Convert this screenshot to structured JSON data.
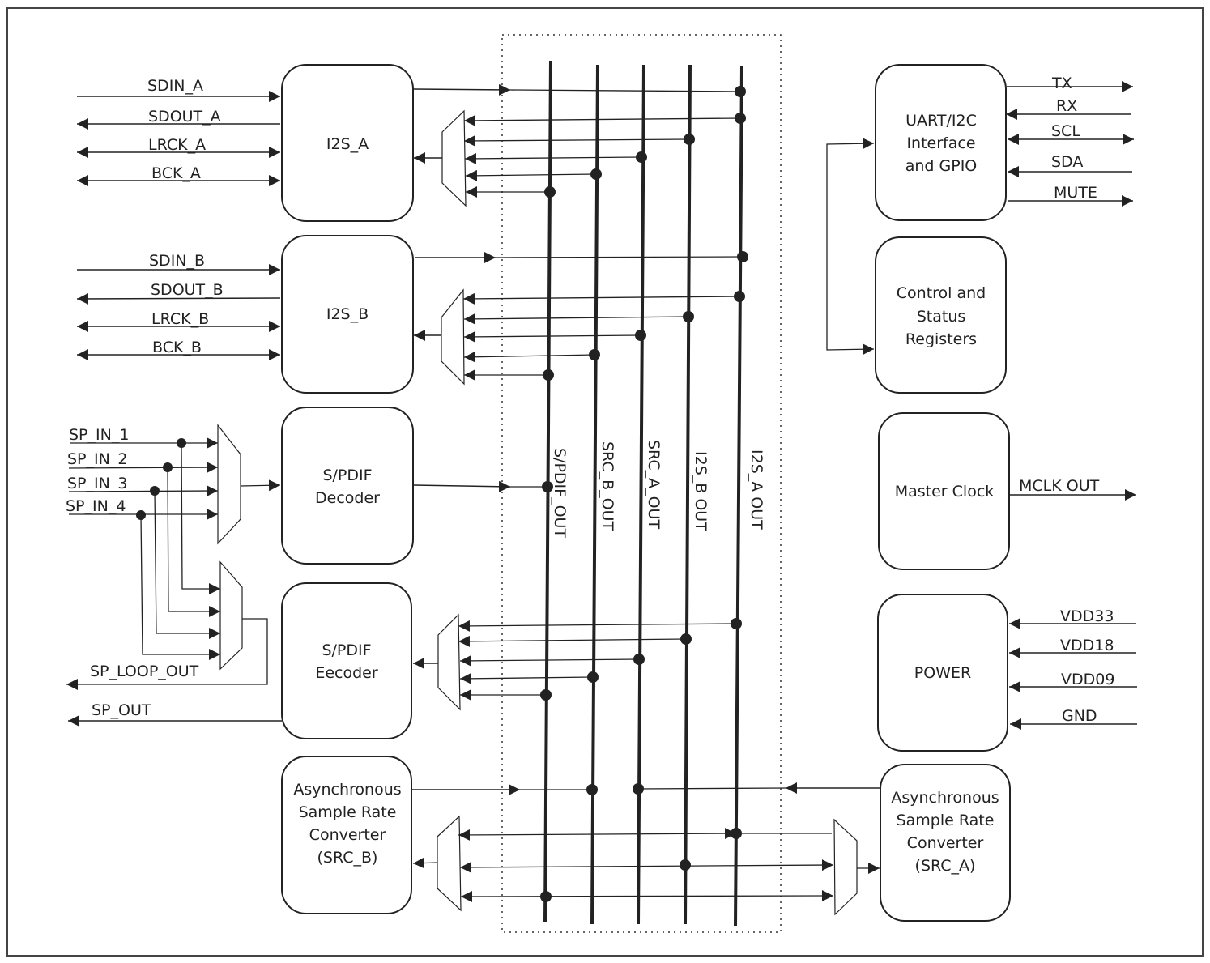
{
  "diagram": {
    "type": "block-diagram",
    "blocks": {
      "i2s_a": "I2S_A",
      "i2s_b": "I2S_B",
      "spdif_decoder": [
        "S/PDIF",
        "Decoder"
      ],
      "spdif_encoder": [
        "S/PDIF",
        "Eecoder"
      ],
      "src_b": [
        "Asynchronous",
        "Sample Rate",
        "Converter",
        "(SRC_B)"
      ],
      "src_a": [
        "Asynchronous",
        "Sample Rate",
        "Converter",
        "(SRC_A)"
      ],
      "uart": [
        "UART/I2C",
        "Interface",
        "and GPIO"
      ],
      "csr": [
        "Control and",
        "Status",
        "Registers"
      ],
      "mclk": "Master Clock",
      "power": "POWER"
    },
    "signals": {
      "i2s_a": [
        "SDIN_A",
        "SDOUT_A",
        "LRCK_A",
        "BCK_A"
      ],
      "i2s_b": [
        "SDIN_B",
        "SDOUT_B",
        "LRCK_B",
        "BCK_B"
      ],
      "spdif_in": [
        "SP_IN_1",
        "SP_IN_2",
        "SP_IN_3",
        "SP_IN_4"
      ],
      "spdif_loop_out": "SP_LOOP_OUT",
      "spdif_out": "SP_OUT",
      "uart": [
        "TX",
        "RX",
        "SCL",
        "SDA",
        "MUTE"
      ],
      "mclk_out": "MCLK OUT",
      "power": [
        "VDD33",
        "VDD18",
        "VDD09",
        "GND"
      ]
    },
    "buses": [
      "S/PDIF_OUT",
      "SRC_B_OUT",
      "SRC_A_OUT",
      "I2S_B OUT",
      "I2S_A OUT"
    ]
  }
}
